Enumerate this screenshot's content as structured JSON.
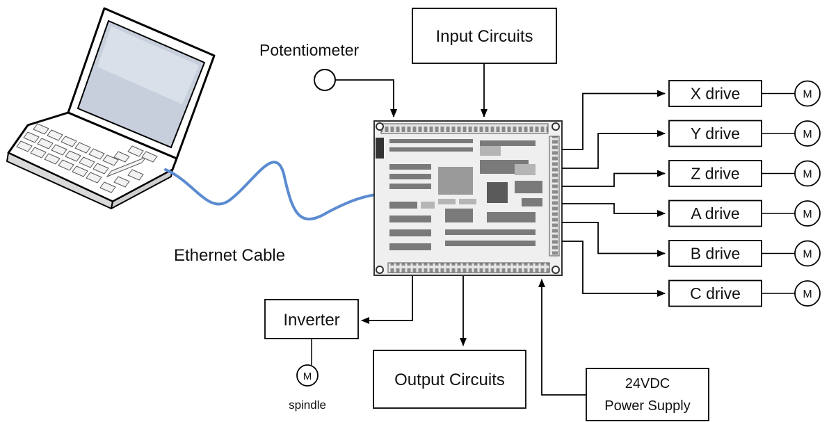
{
  "labels": {
    "potentiometer": "Potentiometer",
    "input_circuits": "Input Circuits",
    "ethernet_cable": "Ethernet Cable",
    "inverter": "Inverter",
    "output_circuits": "Output Circuits",
    "power_supply_line1": "24VDC",
    "power_supply_line2": "Power Supply",
    "spindle": "spindle",
    "motor": "M"
  },
  "drives": [
    {
      "label": "X drive",
      "motor": "M"
    },
    {
      "label": "Y drive",
      "motor": "M"
    },
    {
      "label": "Z drive",
      "motor": "M"
    },
    {
      "label": "A drive",
      "motor": "M"
    },
    {
      "label": "B drive",
      "motor": "M"
    },
    {
      "label": "C drive",
      "motor": "M"
    }
  ]
}
